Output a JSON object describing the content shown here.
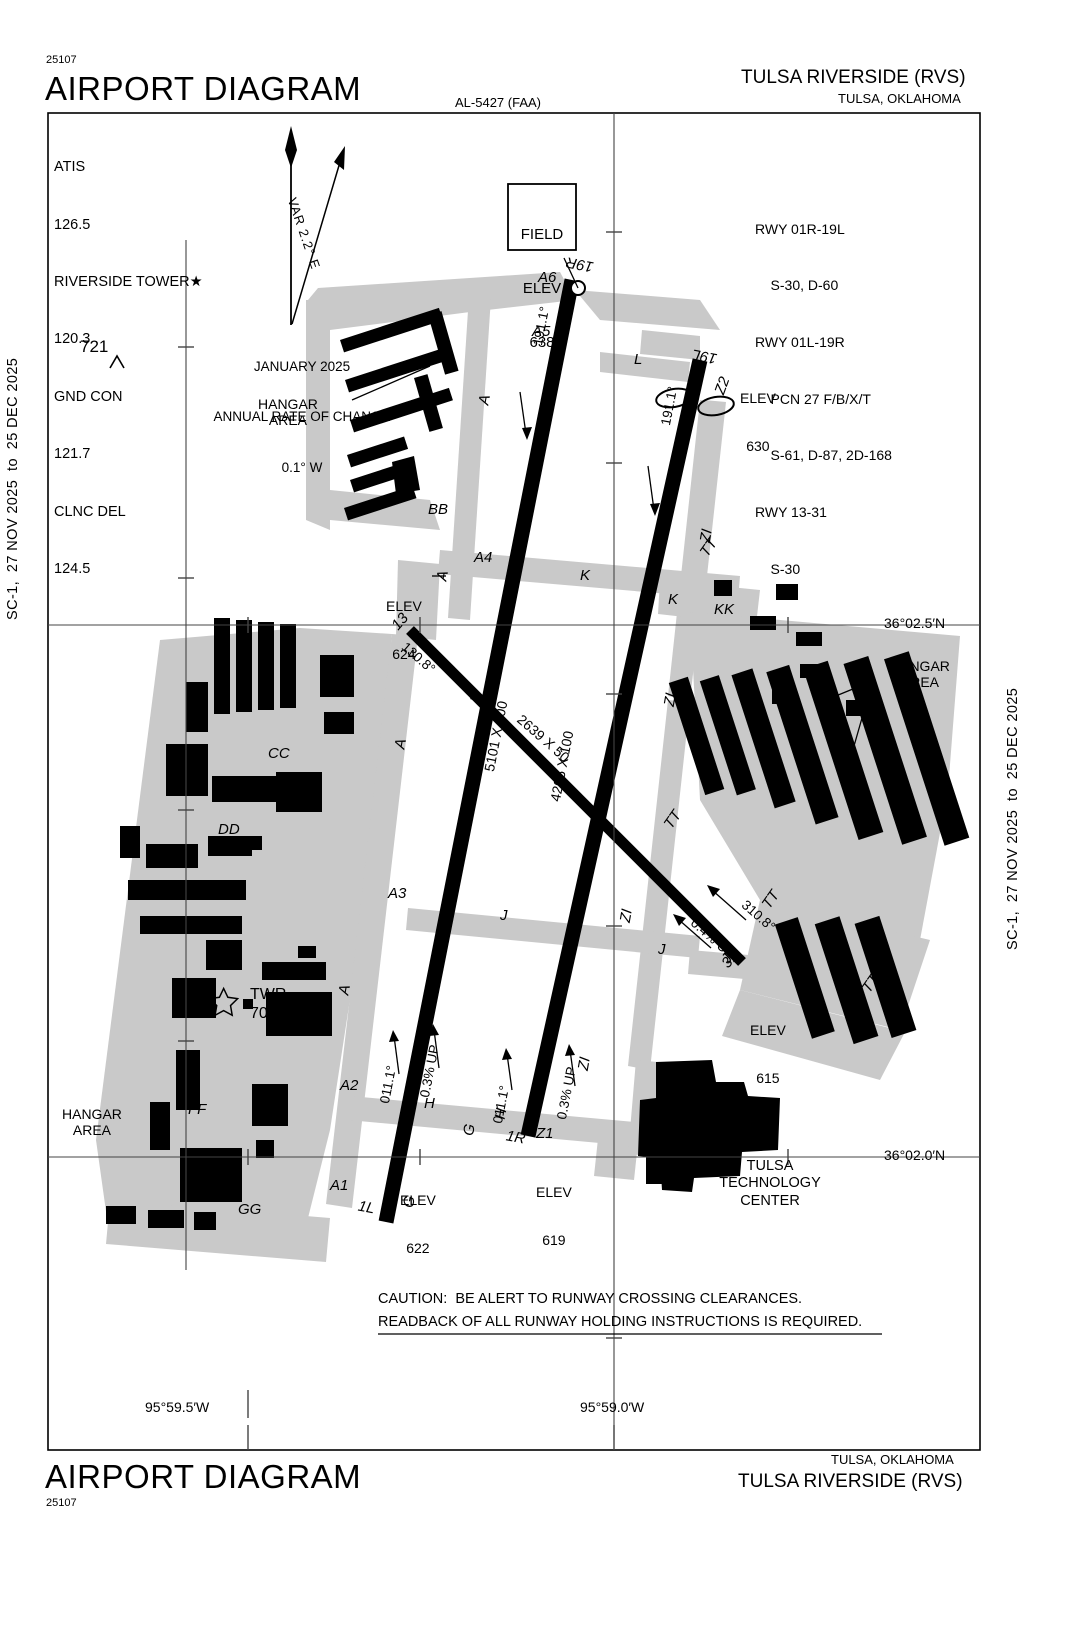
{
  "header": {
    "chart_number": "25107",
    "title": "AIRPORT DIAGRAM",
    "al_number": "AL-5427 (FAA)",
    "airport_name": "TULSA RIVERSIDE (RVS)",
    "airport_city": "TULSA, OKLAHOMA"
  },
  "communications": {
    "lines": [
      "ATIS",
      "126.5",
      "RIVERSIDE TOWER★",
      "120.3",
      "GND CON",
      "121.7",
      "CLNC DEL",
      "124.5"
    ]
  },
  "runway_info": {
    "lines": [
      "RWY 01R-19L",
      "    S-30, D-60",
      "RWY 01L-19R",
      "    PCN 27 F/B/X/T",
      "    S-61, D-87, 2D-168",
      "RWY 13-31",
      "    S-30"
    ]
  },
  "field_elev": {
    "label_1": "FIELD",
    "label_2": "ELEV",
    "value": "638"
  },
  "variation": {
    "var_text": "VAR 2.2° E",
    "date": "JANUARY 2025",
    "rate_label": "ANNUAL RATE OF CHANGE",
    "rate_value": "0.1° W"
  },
  "obstruction": {
    "value": "721"
  },
  "tower": {
    "label": "TWR",
    "elevation": "704"
  },
  "hangar_labels": [
    "HANGAR\nAREA",
    "HANGAR\nAREA",
    "HANGAR\nAREA"
  ],
  "tech_center": "TULSA\nTECHNOLOGY\nCENTER",
  "elevations": [
    {
      "label": "ELEV",
      "value": "624"
    },
    {
      "label": "ELEV",
      "value": "630"
    },
    {
      "label": "ELEV",
      "value": "615"
    },
    {
      "label": "ELEV",
      "value": "622"
    },
    {
      "label": "ELEV",
      "value": "619"
    }
  ],
  "runway_ends": [
    "19R",
    "19L",
    "1R",
    "1L",
    "31",
    "13"
  ],
  "runway_dimensions": [
    "5101 X 100",
    "4205 X 100",
    "2639 X 50"
  ],
  "runway_bearings": [
    "191.1°",
    "191.1°",
    "011.1°",
    "011.1°",
    "130.8°",
    "310.8°"
  ],
  "gradients": [
    "0.3% UP",
    "0.3% UP",
    "0.4% UP"
  ],
  "taxiways": [
    "A",
    "A1",
    "A2",
    "A3",
    "A4",
    "A5",
    "A6",
    "BB",
    "CC",
    "DD",
    "FF",
    "GG",
    "G",
    "H",
    "J",
    "K",
    "KK",
    "L",
    "TT",
    "Z1",
    "Z2",
    "ZI"
  ],
  "caution": {
    "line1": "CAUTION:  BE ALERT TO RUNWAY CROSSING CLEARANCES.",
    "line2": "READBACK OF ALL RUNWAY HOLDING INSTRUCTIONS IS REQUIRED."
  },
  "graticule": {
    "lat_top": "36°02.5′N",
    "lat_bottom": "36°02.0′N",
    "lon_left": "95°59.5′W",
    "lon_right": "95°59.0′W"
  },
  "side_notes": {
    "left": "SC-1,  27 NOV 2025  to  25 DEC 2025",
    "right": "SC-1,  27 NOV 2025  to  25 DEC 2025"
  },
  "footer": {
    "title": "AIRPORT DIAGRAM",
    "chart_number": "25107",
    "airport_city": "TULSA, OKLAHOMA",
    "airport_name": "TULSA RIVERSIDE (RVS)"
  },
  "colors": {
    "pavement": "#c9c9c9",
    "runway": "#000000",
    "building": "#000000",
    "line": "#000000"
  }
}
